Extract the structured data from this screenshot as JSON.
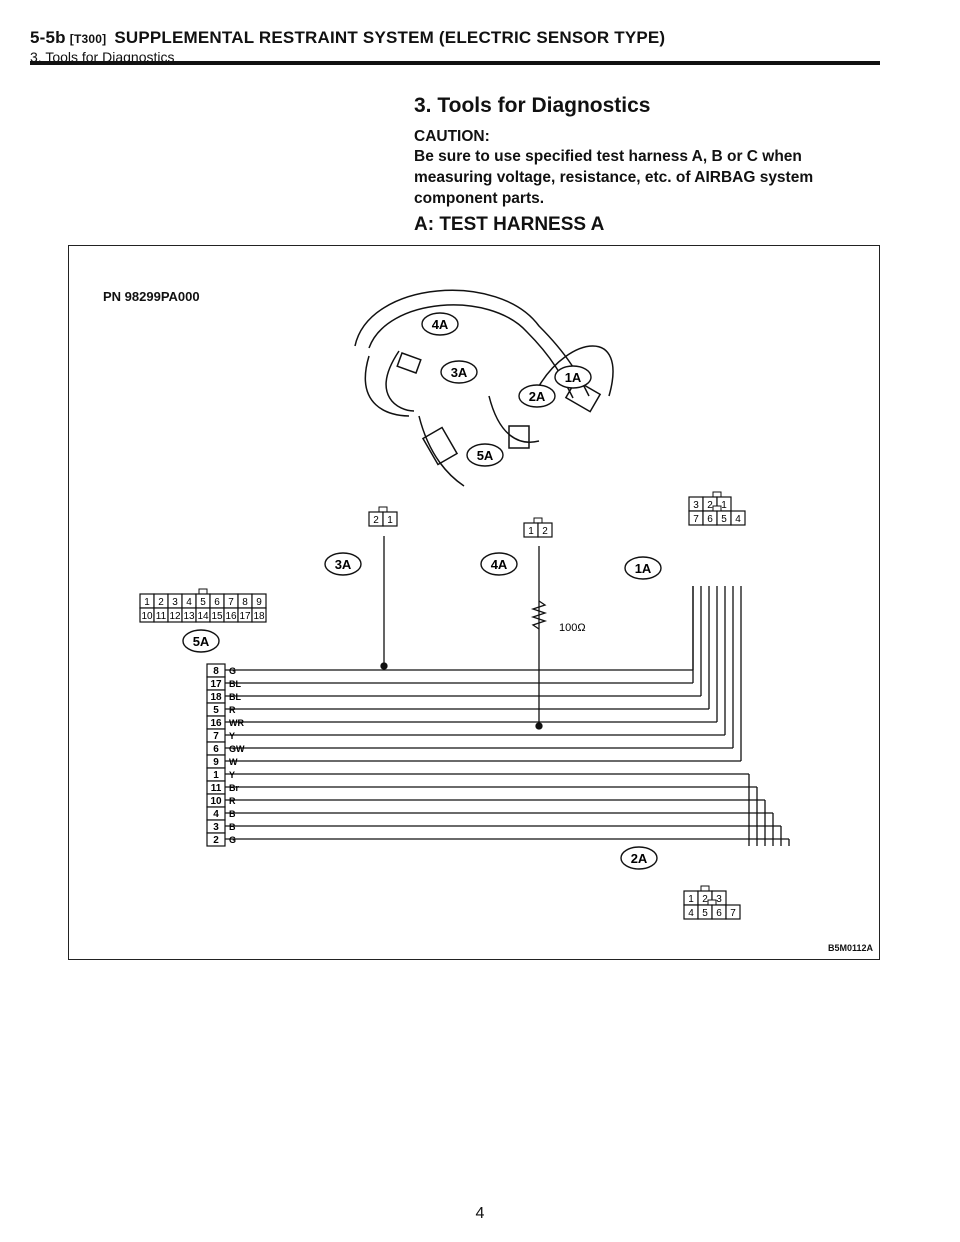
{
  "header": {
    "section": "5-5b",
    "code": "[T300]",
    "title": "SUPPLEMENTAL RESTRAINT SYSTEM (ELECTRIC SENSOR TYPE)",
    "subtitle": "3. Tools for Diagnostics"
  },
  "main": {
    "heading": "3. Tools for Diagnostics",
    "caution_label": "CAUTION:",
    "caution_text": "Be sure to use specified test harness A, B or C when measuring voltage, resistance, etc. of AIRBAG system component parts.",
    "subheading": "A: TEST HARNESS A"
  },
  "figure": {
    "part_number": "PN 98299PA000",
    "figure_id": "B5M0112A",
    "resistor_label": "100Ω",
    "harness_labels": [
      "4A",
      "3A",
      "2A",
      "1A",
      "5A"
    ],
    "connector_labels": [
      "3A",
      "4A",
      "1A",
      "5A",
      "2A"
    ],
    "connector_3a_pins": [
      "2",
      "1"
    ],
    "connector_4a_pins": [
      "1",
      "2"
    ],
    "connector_1a_pins": [
      "3",
      "2",
      "1",
      "7",
      "6",
      "5",
      "4"
    ],
    "connector_5a_pins": [
      "1",
      "2",
      "3",
      "4",
      "5",
      "6",
      "7",
      "8",
      "9",
      "10",
      "11",
      "12",
      "13",
      "14",
      "15",
      "16",
      "17",
      "18"
    ],
    "connector_2a_pins": [
      "1",
      "2",
      "3",
      "4",
      "5",
      "6",
      "7"
    ],
    "terminal_numbers": [
      "8",
      "17",
      "18",
      "5",
      "16",
      "7",
      "6",
      "9",
      "1",
      "11",
      "10",
      "4",
      "3",
      "2"
    ],
    "wire_colors": [
      "G",
      "BL",
      "BL",
      "R",
      "WR",
      "Y",
      "GW",
      "W",
      "Y",
      "Br",
      "R",
      "B",
      "B",
      "G"
    ]
  },
  "footer": {
    "page_number": "4"
  }
}
